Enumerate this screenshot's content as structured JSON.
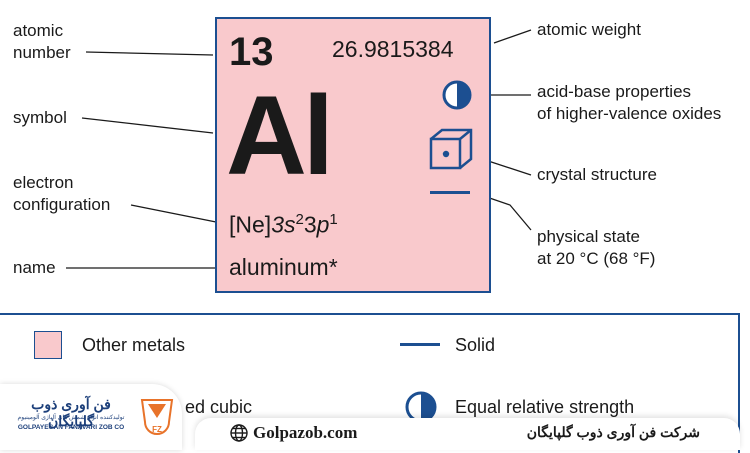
{
  "element": {
    "atomic_number": "13",
    "atomic_weight": "26.9815384",
    "symbol": "Al",
    "electron_config": {
      "core": "[Ne]",
      "s_shell": "3s",
      "s_exp": "2",
      "p_coef": "3",
      "p_shell": "p",
      "p_exp": "1"
    },
    "name": "aluminum*"
  },
  "callouts": {
    "atomic_number_line1": "atomic",
    "atomic_number_line2": "number",
    "symbol": "symbol",
    "electron_line1": "electron",
    "electron_line2": "configuration",
    "name": "name",
    "atomic_weight": "atomic weight",
    "acid_base_line1": "acid-base properties",
    "acid_base_line2": "of higher-valence oxides",
    "crystal": "crystal structure",
    "physical_line1": "physical state",
    "physical_line2": "at 20 °C (68 °F)"
  },
  "legend": {
    "category": "Other metals",
    "state": "Solid",
    "crystal_partial": "ed cubic",
    "acid_base": "Equal relative strength"
  },
  "watermark": {
    "company_fa": "فن آوری ذوب گلپایگان",
    "company_fa_sub": "تولیدکننده انواع شمش های آلیاژی آلومینیوم",
    "company_en": "GOLPAYEGAN FANAVARI ZOB CO",
    "logo_text": "FZ",
    "website": "Golpazob.com",
    "footer_fa": "شرکت فن آوری ذوب گلپایگان"
  },
  "colors": {
    "card_fill": "#f9c9cc",
    "accent_blue": "#1c4f91",
    "logo_orange": "#e8732a"
  }
}
